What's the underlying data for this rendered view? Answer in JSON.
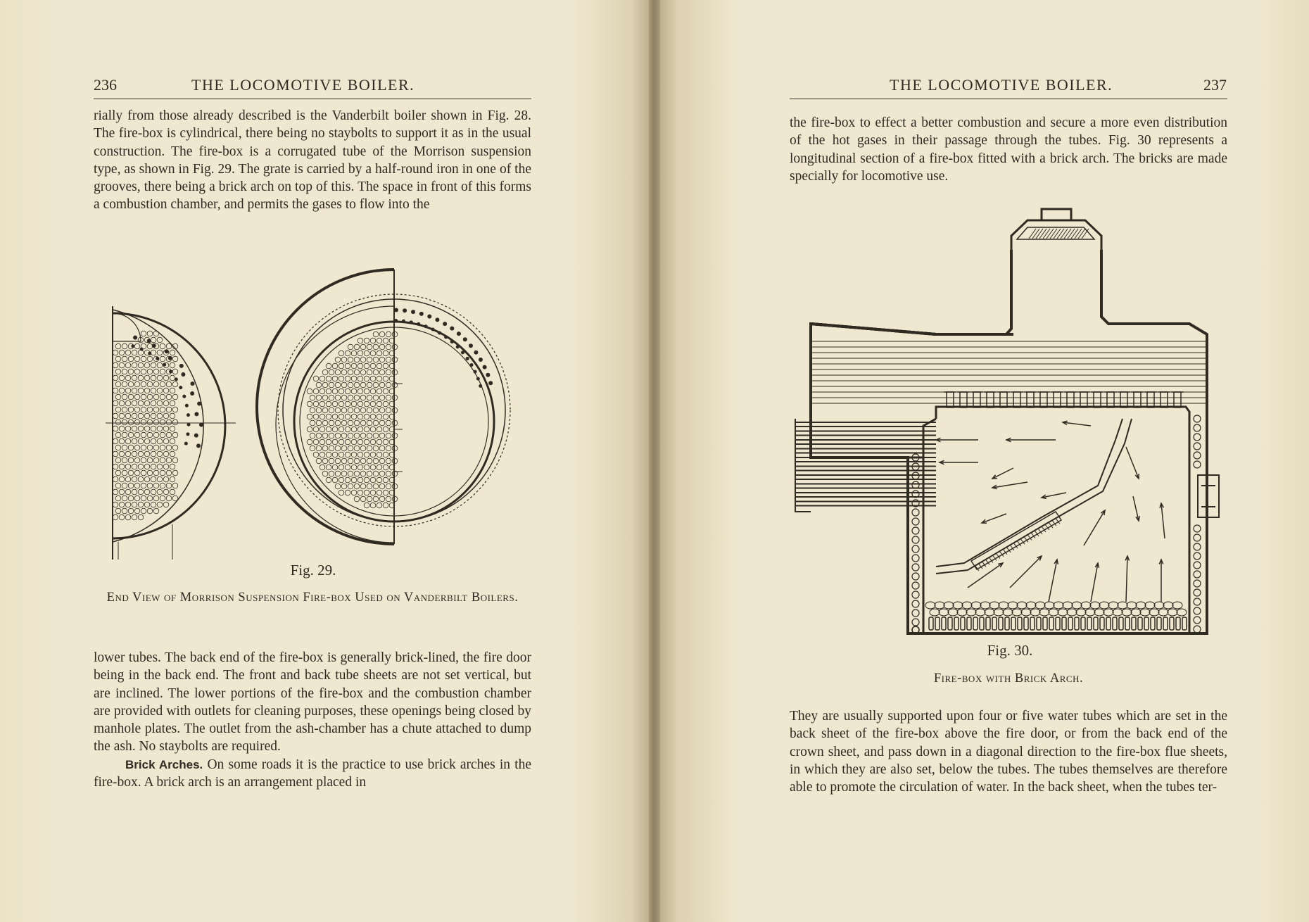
{
  "left_page": {
    "folio": "236",
    "running_head": "THE LOCOMOTIVE BOILER.",
    "text_top": "rially from those already described is the Vanderbilt boiler shown in Fig. 28.  The fire-box is cylindrical, there being no staybolts to support it as in the usual construction.  The fire-box is a corrugated tube of the Morrison suspension type, as shown in Fig. 29. The grate is carried by a half-round iron in one of the grooves, there being a brick arch on top of this. The space in front of this forms a combustion chamber, and permits the gases to flow into the",
    "figure_label": "Fig. 29.",
    "figure_caption": "End View of Morrison Suspension Fire-box Used on Vanderbilt Boilers.",
    "text_bottom": "lower tubes.  The back end of the fire-box is generally brick-lined, the fire door being in the back end.  The front and back tube sheets are not set vertical, but are inclined.  The lower portions of the fire-box and the combustion chamber are provided with outlets for cleaning purposes, these openings being closed by manhole plates.  The outlet from the ash-chamber has a chute attached to dump the ash.  No staybolts are required.",
    "section_lead": "Brick Arches.",
    "section_text": "On some roads it is the practice to use brick arches in the fire-box.  A brick arch is an arrangement placed in"
  },
  "right_page": {
    "folio": "237",
    "running_head": "THE LOCOMOTIVE BOILER.",
    "text_top": "the fire-box to effect a better combustion and secure a more even distribution of the hot gases in their passage through the tubes. Fig. 30 represents a longitudinal section of a fire-box fitted with a brick arch.  The bricks are made specially for locomotive use.",
    "figure_label": "Fig. 30.",
    "figure_caption": "Fire-box with Brick Arch.",
    "text_bottom": "They are usually supported upon four or five water tubes which are set in the back sheet of the fire-box above the fire door, or from the back end of the crown sheet, and pass down in a diagonal direction to the fire-box flue sheets, in which they are also set, below the tubes.  The tubes themselves are therefore able to promote the circulation of water.  In the back sheet, when the tubes ter-"
  }
}
